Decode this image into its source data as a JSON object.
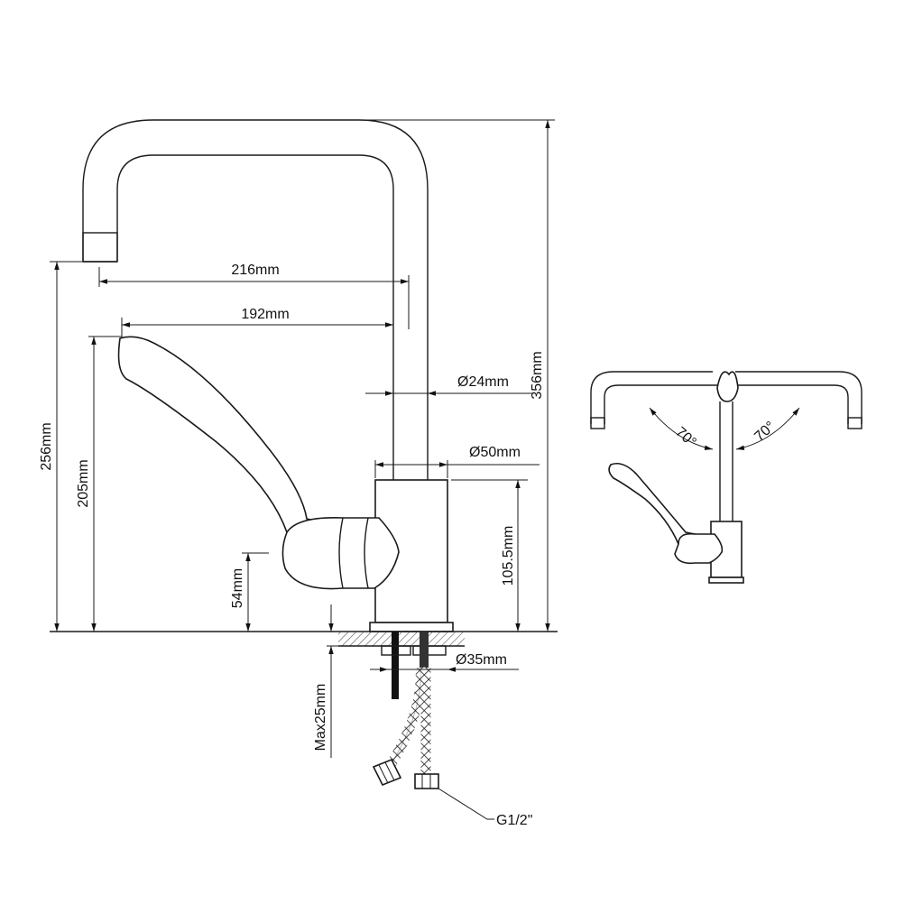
{
  "dimensions": {
    "spout_reach": "216mm",
    "lever_reach": "192mm",
    "spout_diameter": "Ø24mm",
    "body_diameter": "Ø50mm",
    "base_diameter": "Ø35mm",
    "body_height": "105.5mm",
    "total_height": "356mm",
    "spout_height": "256mm",
    "lever_height": "205mm",
    "lever_pivot_height": "54mm",
    "max_counter_thickness": "Max25mm",
    "hose_thread": "G1/2\""
  },
  "rotation_angles": {
    "left": "70°",
    "right": "70°"
  }
}
